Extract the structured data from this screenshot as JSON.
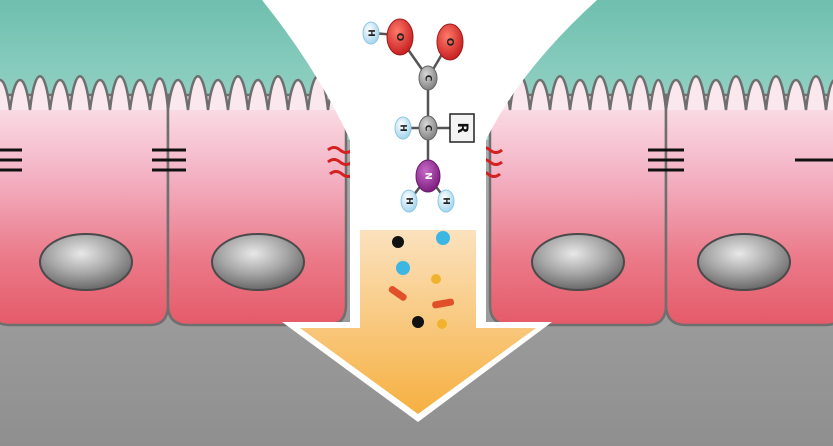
{
  "molecule": {
    "atoms": {
      "hydroxyl_hydrogen": "H",
      "hydroxyl_oxygen": "O",
      "carbonyl_oxygen": "O",
      "carboxyl_carbon": "C",
      "alpha_hydrogen": "H",
      "alpha_carbon": "C",
      "side_chain": "R",
      "amine_nitrogen": "N",
      "amine_hydrogen_left": "H",
      "amine_hydrogen_right": "H"
    }
  },
  "colors": {
    "lumen_teal": "#74c3b3",
    "cell_top_pink": "#f4b8c9",
    "cell_bottom_red": "#e8606e",
    "nucleus_gray": "#8a8a8a",
    "tissue_gray": "#9c9c9c",
    "arrow_orange": "#f7b64d",
    "arrow_light": "#fbe0b8",
    "oxygen_red": "#d9282a",
    "nitrogen_purple": "#8e2590",
    "hydrogen_blue": "#bfe2f3",
    "carbon_gray": "#9b9b9b"
  }
}
